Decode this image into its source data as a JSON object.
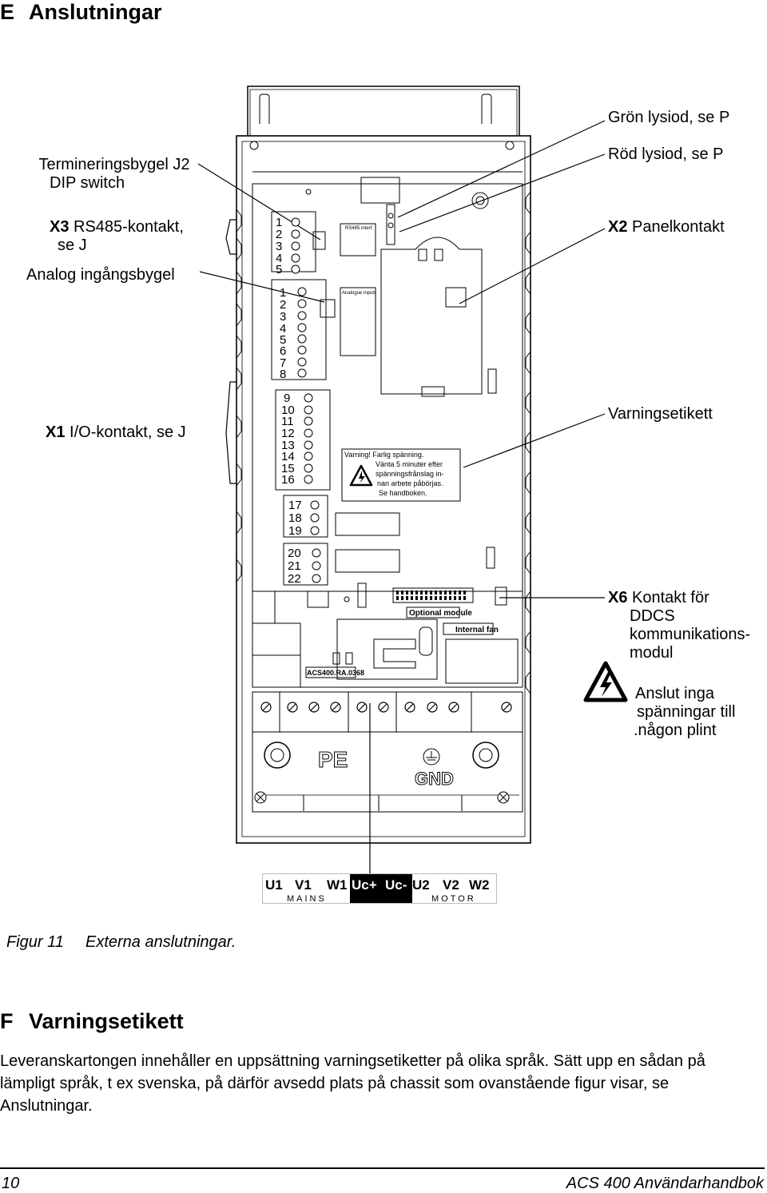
{
  "section_e": {
    "letter": "E",
    "title": "Anslutningar"
  },
  "callouts": {
    "termination_line1": "Termineringsbygel J2",
    "termination_line2": "DIP switch",
    "x3_code": "X3",
    "x3_rest": " RS485-kontakt,",
    "x3_line2": "se J",
    "analog_jumper": "Analog ingångsbygel",
    "x1_code": "X1",
    "x1_rest": " I/O-kontakt, se J",
    "green_led": "Grön lysiod, se P",
    "red_led": "Röd lysiod, se P",
    "x2_code": "X2",
    "x2_rest": " Panelkontakt",
    "warning_label": "Varningsetikett",
    "x6_code": "X6",
    "x6_rest": " Kontakt för",
    "x6_line2": "DDCS",
    "x6_line3": "kommunikations-",
    "x6_line4": "modul",
    "no_voltage_line1": "Anslut inga",
    "no_voltage_line2": "spänningar till",
    "no_voltage_line3": ".någon plint"
  },
  "device": {
    "terminals_x3": [
      "1",
      "2",
      "3",
      "4",
      "5"
    ],
    "terminals_x1a": [
      "1",
      "2",
      "3",
      "4",
      "5",
      "6",
      "7",
      "8"
    ],
    "terminals_x1b": [
      "9",
      "10",
      "11",
      "12",
      "13",
      "14",
      "15",
      "16"
    ],
    "terminals_x1c": [
      "17",
      "18",
      "19"
    ],
    "terminals_x1d": [
      "20",
      "21",
      "22"
    ],
    "rs485_label": "RS485 interf.",
    "analogue_label": "Analogue inputs",
    "warning_text": [
      "Varning! Farlig spänning.",
      "Vänta 5 minuter efter",
      "spänningsfrånslag in-",
      "nan arbete påbörjas.",
      "Se  handboken."
    ],
    "optional_module": "Optional module",
    "internal_fan": "Internal fan",
    "model_code": "ACS400.RA.0368",
    "pe_label": "PE",
    "gnd_label": "GND"
  },
  "terminal_strip": {
    "labels": [
      "U1",
      "V1",
      "W1",
      "Uc+",
      "Uc-",
      "U2",
      "V2",
      "W2"
    ],
    "mains": "MAINS",
    "motor": "MOTOR"
  },
  "figure": {
    "number": "Figur 11",
    "caption": "Externa anslutningar."
  },
  "section_f": {
    "letter": "F",
    "title": "Varningsetikett"
  },
  "body": "Leveranskartongen innehåller en uppsättning varningsetiketter på olika språk. Sätt upp en sådan på lämpligt språk, t ex svenska, på därför avsedd plats på chassit som ovanstående figur visar, se Anslutningar.",
  "footer": {
    "page": "10",
    "manual": "ACS 400 Användarhandbok"
  }
}
